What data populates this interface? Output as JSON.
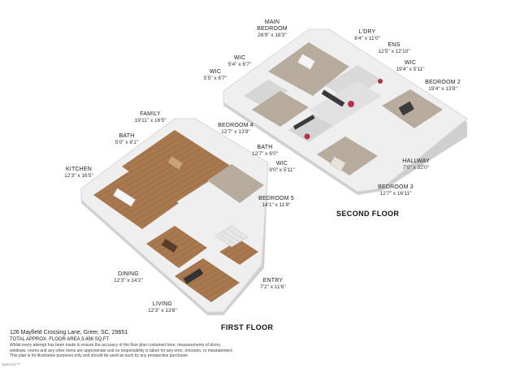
{
  "rooms": [
    {
      "id": "main-bedroom",
      "name": "MAIN\nBEDROOM",
      "dims": "26'9\" x 16'3\""
    },
    {
      "id": "lndry",
      "name": "L'DRY",
      "dims": "6'4\" x 11'0\""
    },
    {
      "id": "ens",
      "name": "ENS",
      "dims": "12'5\" x 12'10\""
    },
    {
      "id": "wic-1",
      "name": "WIC",
      "dims": "5'4\" x 6'7\""
    },
    {
      "id": "wic-2",
      "name": "WIC",
      "dims": "5'5\" x 6'7\""
    },
    {
      "id": "wic-3",
      "name": "WIC",
      "dims": "19'4\" x 5'11\""
    },
    {
      "id": "bedroom-2",
      "name": "BEDROOM 2",
      "dims": "19'4\" x 13'8\""
    },
    {
      "id": "family",
      "name": "FAMILY",
      "dims": "19'11\" x 16'5\""
    },
    {
      "id": "bedroom-4",
      "name": "BEDROOM 4",
      "dims": "12'7\" x 13'9\""
    },
    {
      "id": "bath-1",
      "name": "BATH",
      "dims": "5'0\" x 8'1\""
    },
    {
      "id": "bath-2",
      "name": "BATH",
      "dims": "12'7\" x 6'0\""
    },
    {
      "id": "wic-4",
      "name": "WIC",
      "dims": "9'0\" x 5'11\""
    },
    {
      "id": "hallway",
      "name": "HALLWAY",
      "dims": "7'0\" x 32'0\""
    },
    {
      "id": "kitchen",
      "name": "KITCHEN",
      "dims": "12'3\" x 16'5\""
    },
    {
      "id": "bedroom-3",
      "name": "BEDROOM 3",
      "dims": "12'7\" x 16'11\""
    },
    {
      "id": "bedroom-5",
      "name": "BEDROOM 5",
      "dims": "14'1\" x 11'8\""
    },
    {
      "id": "dining",
      "name": "DINING",
      "dims": "12'3\" x 14'2\""
    },
    {
      "id": "entry",
      "name": "ENTRY",
      "dims": "7'2\" x 11'6\""
    },
    {
      "id": "living",
      "name": "LIVING",
      "dims": "12'3\" x 13'8\""
    }
  ],
  "floors": {
    "second": "SECOND FLOOR",
    "first": "FIRST FLOOR"
  },
  "footer": {
    "address": "126 Mayfield Crossing Lane, Greer, SC, 29651",
    "area": "TOTAL APPROX. FLOOR AREA 3,496 SQ.FT",
    "disclaimer_1": "Whilst every attempt has been made to ensure the accuracy of the floor plan contained here, measurements of doors,",
    "disclaimer_2": "windows, rooms and any other items are approximate and no responsibility is taken for any error, omission, or misstatement.",
    "disclaimer_3": "This plan is for illustrative purposes only and should be used as such by any prospective purchaser."
  },
  "watermark": "Spaces.it™",
  "colors": {
    "wood": "#a8784f",
    "wood_dark": "#8a5f3c",
    "carpet": "#b8ad9f",
    "tile": "#cfcfcf",
    "wall": "#f2f2f2",
    "wall_side": "#cfcfcf"
  }
}
